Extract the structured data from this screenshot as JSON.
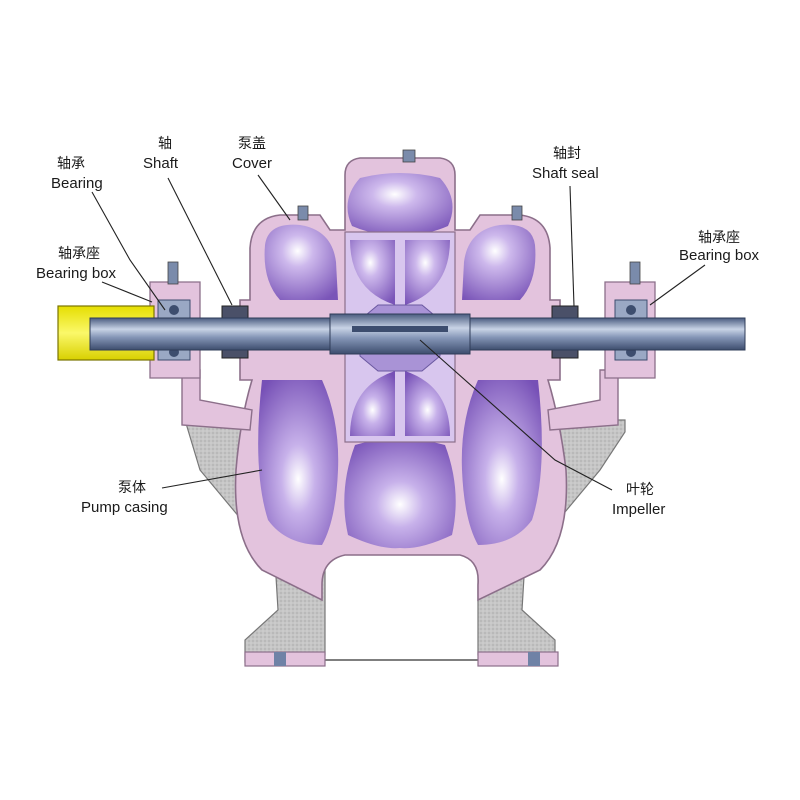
{
  "labels": {
    "bearing_left": {
      "cn": "轴承",
      "en": "Bearing"
    },
    "bearing_box_left": {
      "cn": "轴承座",
      "en": "Bearing box"
    },
    "shaft": {
      "cn": "轴",
      "en": "Shaft"
    },
    "cover": {
      "cn": "泵盖",
      "en": "Cover"
    },
    "shaft_seal": {
      "cn": "轴封",
      "en": "Shaft seal"
    },
    "bearing_box_right": {
      "cn": "轴承座",
      "en": "Bearing box"
    },
    "pump_casing": {
      "cn": "泵体",
      "en": "Pump casing"
    },
    "impeller": {
      "cn": "叶轮",
      "en": "Impeller"
    }
  },
  "colors": {
    "casing": "#e3c3dd",
    "casing_edge": "#8c6f8a",
    "cavity": "#8e6cc4",
    "cavity_light": "#ffffff",
    "shaft": "#6f82a6",
    "shaft_light": "#c8d3e6",
    "coupling": "#f2ef1a",
    "base": "#c9c9c9"
  }
}
